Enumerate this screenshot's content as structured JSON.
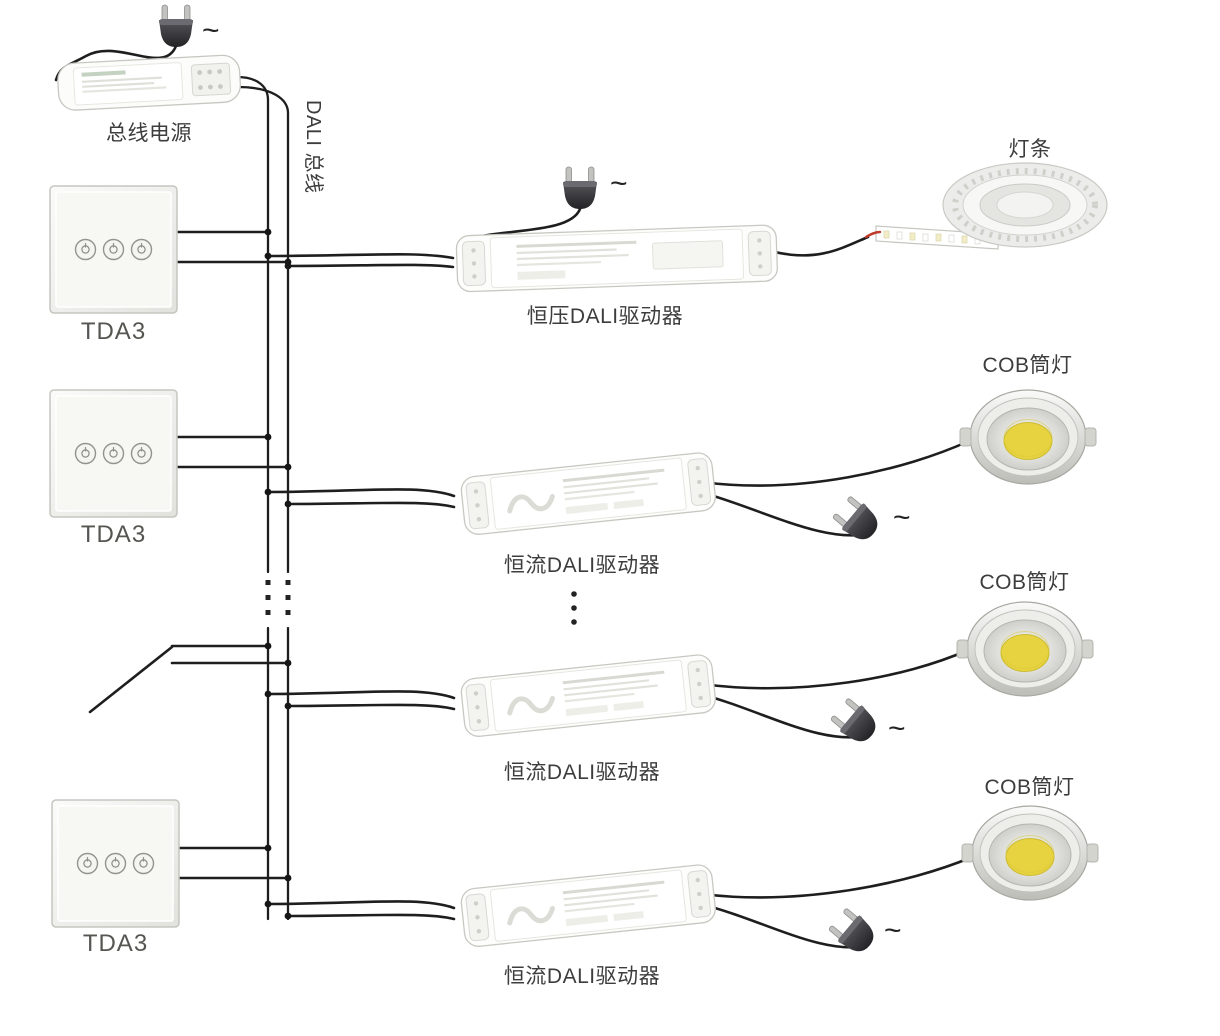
{
  "diagram": {
    "ac_symbol": "~",
    "bus_power": {
      "label": "总线电源"
    },
    "dali_bus": {
      "label": "DALI 总线"
    },
    "panels": [
      {
        "label": "TDA3"
      },
      {
        "label": "TDA3"
      },
      {
        "label": "TDA3"
      }
    ],
    "cv_driver": {
      "label": "恒压DALI驱动器"
    },
    "cc_drivers": [
      {
        "label": "恒流DALI驱动器"
      },
      {
        "label": "恒流DALI驱动器"
      },
      {
        "label": "恒流DALI驱动器"
      }
    ],
    "led_strip": {
      "label": "灯条"
    },
    "cob_lights": [
      {
        "label": "COB筒灯"
      },
      {
        "label": "COB筒灯"
      },
      {
        "label": "COB筒灯"
      }
    ],
    "colors": {
      "wire": "#1e1e1e",
      "cob_center": "#e7d23f",
      "label": "#3d3d3d"
    }
  }
}
